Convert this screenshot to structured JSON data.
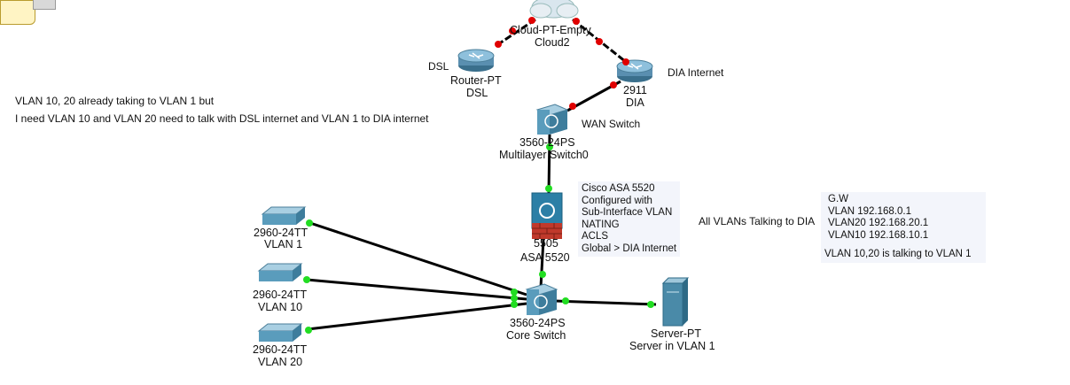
{
  "devices": {
    "cloud": {
      "type": "Cloud-PT-Empty",
      "name": "Cloud2"
    },
    "dsl_router": {
      "type": "Router-PT",
      "name": "DSL",
      "side_label": "DSL"
    },
    "dia_router": {
      "type": "2911",
      "name": "DIA",
      "side_label": "DIA Internet"
    },
    "wan_switch": {
      "type": "3560-24PS",
      "name": "Multilayer Switch0",
      "side_label": "WAN Switch"
    },
    "asa": {
      "type": "5505",
      "name": "ASA 5520"
    },
    "core": {
      "type": "3560-24PS",
      "name": "Core Switch"
    },
    "sw1": {
      "type": "2960-24TT",
      "name": "VLAN 1"
    },
    "sw10": {
      "type": "2960-24TT",
      "name": "VLAN 10"
    },
    "sw20": {
      "type": "2960-24TT",
      "name": "VLAN 20"
    },
    "server": {
      "type": "Server-PT",
      "name": "Server in VLAN 1"
    }
  },
  "notes": {
    "line1": "VLAN 10, 20 already taking to VLAN 1 but",
    "line2": "I need VLAN 10 and VLAN 20 need to talk with DSL internet and VLAN 1 to DIA internet",
    "vlans_dia": "All VLANs Talking to DIA"
  },
  "asa_box": [
    "Cisco ASA 5520",
    "Configured with",
    "Sub-Interface VLAN",
    "NATING",
    "ACLS",
    "Global > DIA Internet"
  ],
  "gw_box": [
    "G.W",
    "VLAN  192.168.0.1",
    "VLAN20 192.168.20.1",
    "VLAN10 192.168.10.1",
    "",
    "VLAN 10,20 is talking to VLAN 1"
  ],
  "colors": {
    "link": "#000000",
    "link_down": "#e00000",
    "link_up": "#22dd22",
    "router": "#5a8fb0",
    "switch": "#4a8aa8",
    "asa": "#2c7fa6",
    "firewall": "#c0392b"
  }
}
